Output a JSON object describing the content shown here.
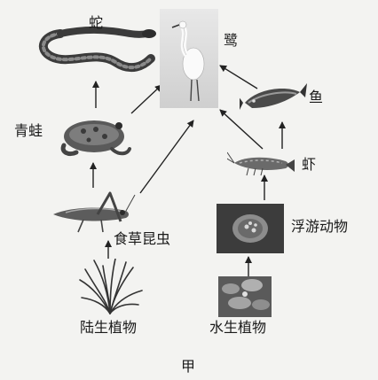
{
  "labels": {
    "snake": "蛇",
    "heron": "鹭",
    "frog": "青蛙",
    "fish": "鱼",
    "shrimp": "虾",
    "insect": "食草昆虫",
    "plankton": "浮游动物",
    "land_plant": "陆生植物",
    "water_plant": "水生植物",
    "caption": "甲"
  }
}
